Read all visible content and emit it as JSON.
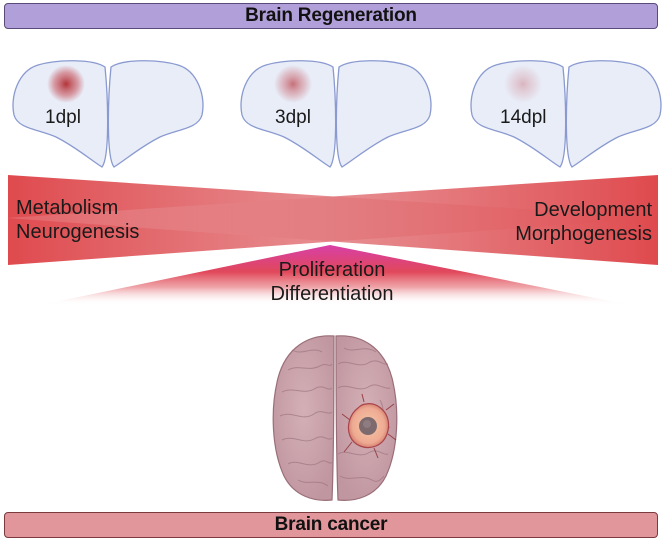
{
  "header": {
    "title": "Brain Regeneration"
  },
  "timepoints": [
    {
      "label": "1dpl",
      "lesion_intensity": 0.9
    },
    {
      "label": "3dpl",
      "lesion_intensity": 0.55
    },
    {
      "label": "14dpl",
      "lesion_intensity": 0.25
    }
  ],
  "processes": {
    "left": [
      "Metabolism",
      "Neurogenesis"
    ],
    "right": [
      "Development",
      "Morphogenesis"
    ],
    "center": [
      "Proliferation",
      "Differentiation"
    ]
  },
  "colors": {
    "header_fill": "#b09fd8",
    "footer_fill": "#e0969a",
    "wedge_red": "#df4a4e",
    "center_magenta": "#d83fa8",
    "brain_outline": "#8a9ad0",
    "brain_fill": "#e8edf8",
    "lesion": "#b02a30",
    "cancer_brain": "#c9a4ab",
    "tumor": "#f1b69a"
  },
  "footer": {
    "title": "Brain cancer"
  }
}
